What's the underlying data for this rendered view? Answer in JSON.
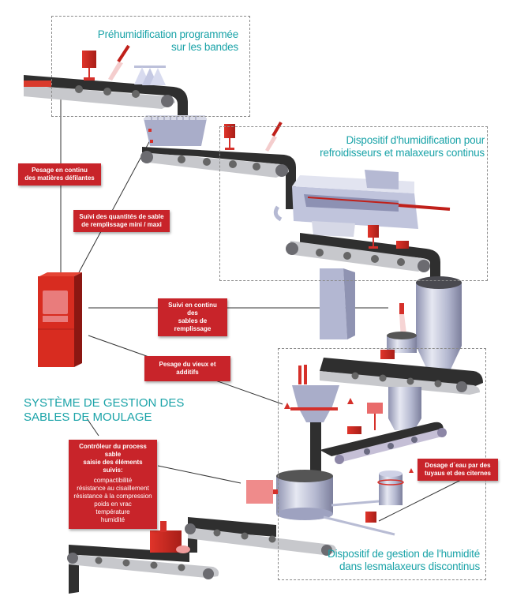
{
  "zones": {
    "prehumid": {
      "line1": "Préhumidification programmée",
      "line2": "sur les bandes"
    },
    "continuous": {
      "line1": "Dispositif d'humidification pour",
      "line2": "refroidisseurs et malaxeurs continus"
    },
    "batch": {
      "line1": "Dispositif de gestion de l'humidité",
      "line2": "dans lesmalaxeurs discontinus"
    }
  },
  "system_title": {
    "line1": "SYSTÈME DE GESTION DES",
    "line2": "SABLES DE MOULAGE"
  },
  "tags": {
    "pesage_continu": {
      "line1": "Pesage en continu",
      "line2": "des matières défilantes"
    },
    "suivi_quantites": {
      "line1": "Suivi des quantités de sable",
      "line2": "de remplissage mini / maxi"
    },
    "suivi_continu": {
      "line1": "Suivi en continu des",
      "line2": "sables de remplissage"
    },
    "pesage_vieux": {
      "line1": "Pesage du vieux et additifs"
    },
    "dosage_eau": {
      "line1": "Dosage d´eau par des",
      "line2": "tuyaus et des citernes"
    },
    "controleur": {
      "line1": "Contrôleur du process sable",
      "line2": "saisie des éléments suivis:",
      "items": [
        "compactibilité",
        "résistance au cisaillement",
        "résistance à la compression",
        "poids en vrac",
        "température",
        "humidité"
      ]
    }
  },
  "colors": {
    "accent_teal": "#1aa3a8",
    "tag_red": "#c8242a",
    "belt": "#2f2f2f",
    "steel": "#b9bdd6"
  }
}
